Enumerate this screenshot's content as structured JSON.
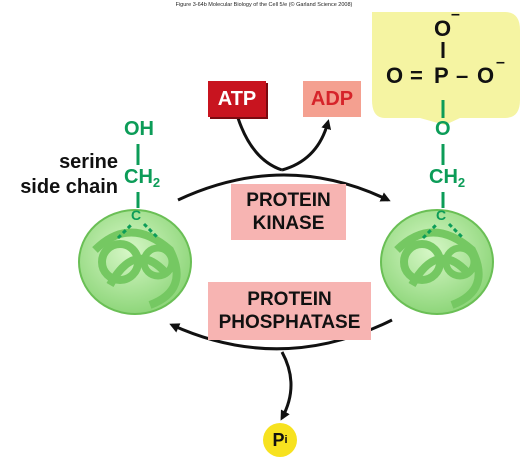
{
  "caption": "Figure 3-64b  Molecular Biology of the Cell 5/e (© Garland Science 2008)",
  "side_label": {
    "line1": "serine",
    "line2": "side chain"
  },
  "atp_label": "ATP",
  "adp_label": "ADP",
  "kinase_label": {
    "line1": "PROTEIN",
    "line2": "KINASE"
  },
  "phosphatase_label": {
    "line1": "PROTEIN",
    "line2": "PHOSPHATASE"
  },
  "left_molecule": {
    "oh": "OH",
    "ch": "CH",
    "ch_sub": "2",
    "c": "C"
  },
  "right_molecule": {
    "o": "O",
    "ch": "CH",
    "ch_sub": "2",
    "c": "C"
  },
  "phosphate": {
    "o_top": "O",
    "o_left": "O",
    "eq": "=",
    "p": "P",
    "dash": "–",
    "o_right": "O",
    "minus": "–"
  },
  "pi": {
    "p": "P",
    "sub": "i"
  },
  "colors": {
    "green": "#0c9c58",
    "protein_fill": "#b5eaa0",
    "atp_red": "#c8141f",
    "adp_pink": "#f4a090",
    "enzyme_pink": "#f7b4b2",
    "phosphate_yellow": "#f5f4a2",
    "pi_yellow": "#f7e21f"
  }
}
